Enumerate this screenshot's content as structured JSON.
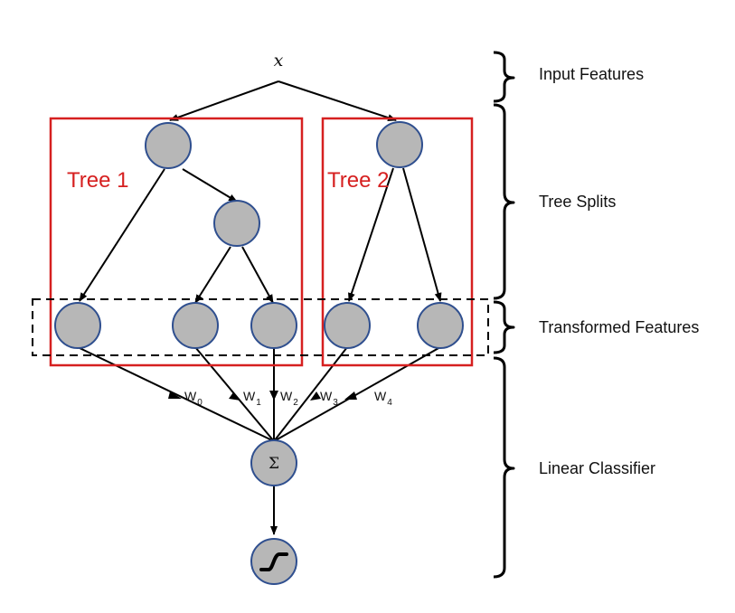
{
  "input": {
    "label": "x"
  },
  "trees": [
    {
      "label": "Tree 1"
    },
    {
      "label": "Tree 2"
    }
  ],
  "weights": [
    {
      "base": "W",
      "sub": "0"
    },
    {
      "base": "W",
      "sub": "1"
    },
    {
      "base": "W",
      "sub": "2"
    },
    {
      "base": "W",
      "sub": "3"
    },
    {
      "base": "W",
      "sub": "4"
    }
  ],
  "sum": {
    "symbol": "Σ"
  },
  "layers": {
    "input_features": "Input Features",
    "tree_splits": "Tree Splits",
    "transformed_features": "Transformed Features",
    "linear_classifier": "Linear Classifier"
  },
  "colors": {
    "tree_box": "#d62020",
    "node_fill": "#b7b7b7",
    "node_stroke": "#2f4f8f"
  }
}
